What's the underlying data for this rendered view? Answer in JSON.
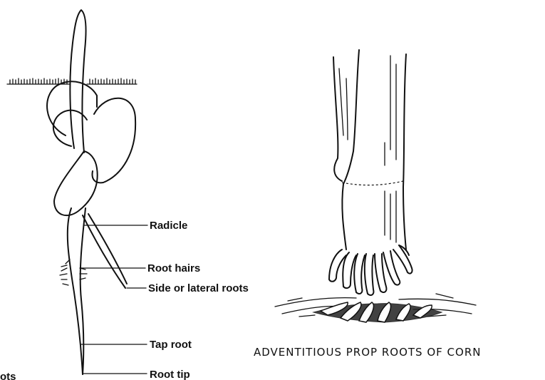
{
  "seedling_labels": {
    "radicle": "Radicle",
    "root_hairs": "Root hairs",
    "side_roots": "Side or lateral roots",
    "tap_root": "Tap root",
    "root_tip": "Root tip"
  },
  "left_edge_fragment": "ots",
  "corn_caption": "ADVENTITIOUS PROP ROOTS OF CORN"
}
